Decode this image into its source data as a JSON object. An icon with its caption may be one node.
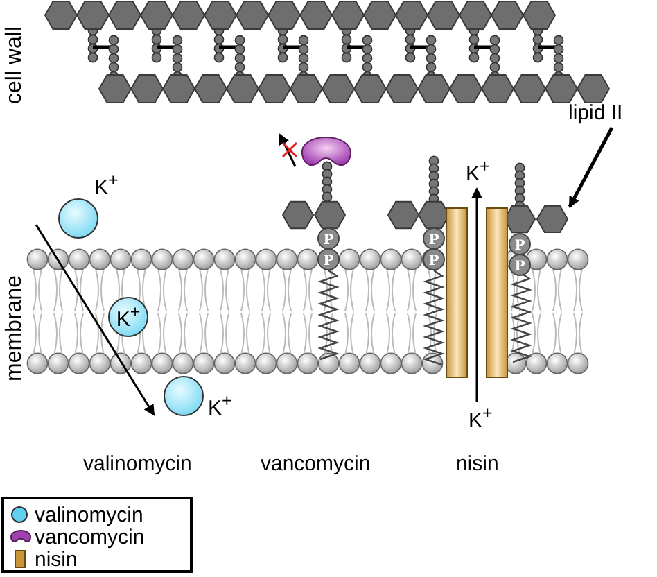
{
  "diagram": {
    "nodes": [
      {
        "text": [],
        "shape": "circle",
        "beside": [
          "K$^{+}$"
        ]
      },
      {
        "text": [
          "K$^{+}$"
        ]
      },
      {
        "text": [],
        "shape": "circle",
        "beside": [
          "K$^{+}$"
        ]
      },
      {
        "text": [
          "lipid II"
        ]
      },
      {
        "text": [],
        "shape": "picture"
      }
    ],
    "edges": [
      {
        "from": 3,
        "to": 4,
        "arrow": "to"
      }
    ],
    "labels": [
      "cell wall",
      "K$^{+}$",
      "membrane",
      "K$^{+}$",
      "valinomycin",
      "vancomycin",
      "nisin",
      "P",
      "P",
      "P",
      "P",
      "P",
      "P"
    ],
    "legend": [
      {
        "text": "valinomycin",
        "color": "#5fd0f0"
      },
      {
        "text": "vancomycin",
        "color": "#a040b0"
      },
      {
        "text": "nisin",
        "color": "#c8953a"
      }
    ]
  }
}
